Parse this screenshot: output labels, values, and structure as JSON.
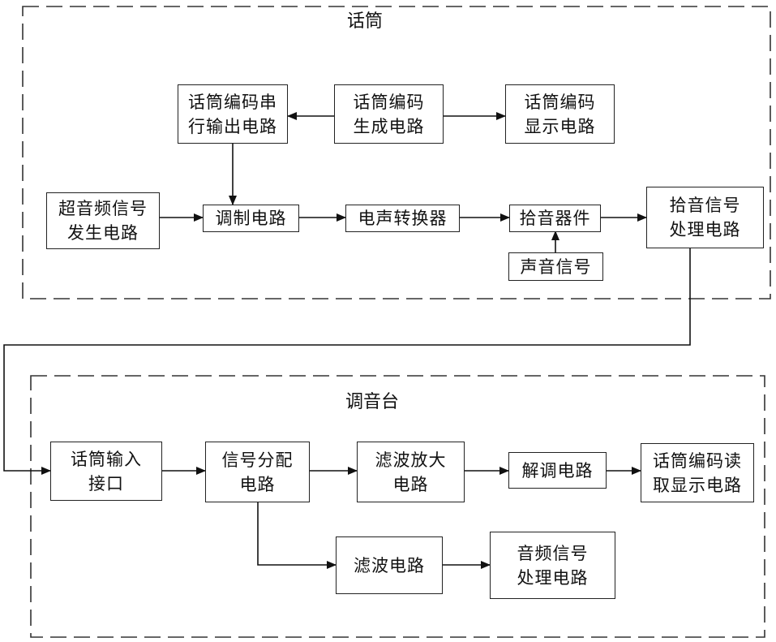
{
  "mic": {
    "title": "话筒",
    "blocks": {
      "code_serial_output": "话筒编码串\n行输出电路",
      "code_gen": "话筒编码\n生成电路",
      "code_display": "话筒编码\n显示电路",
      "ultrasonic_gen": "超音频信号\n发生电路",
      "modulation": "调制电路",
      "transducer": "电声转换器",
      "pickup": "拾音器件",
      "pickup_proc": "拾音信号\n处理电路",
      "sound_signal": "声音信号"
    }
  },
  "mixer": {
    "title": "调音台",
    "blocks": {
      "mic_input": "话筒输入\n接口",
      "signal_dist": "信号分配\n电路",
      "filter_amp": "滤波放大\n电路",
      "demod": "解调电路",
      "code_read": "话筒编码读\n取显示电路",
      "filter": "滤波电路",
      "audio_proc": "音频信号\n处理电路"
    }
  }
}
